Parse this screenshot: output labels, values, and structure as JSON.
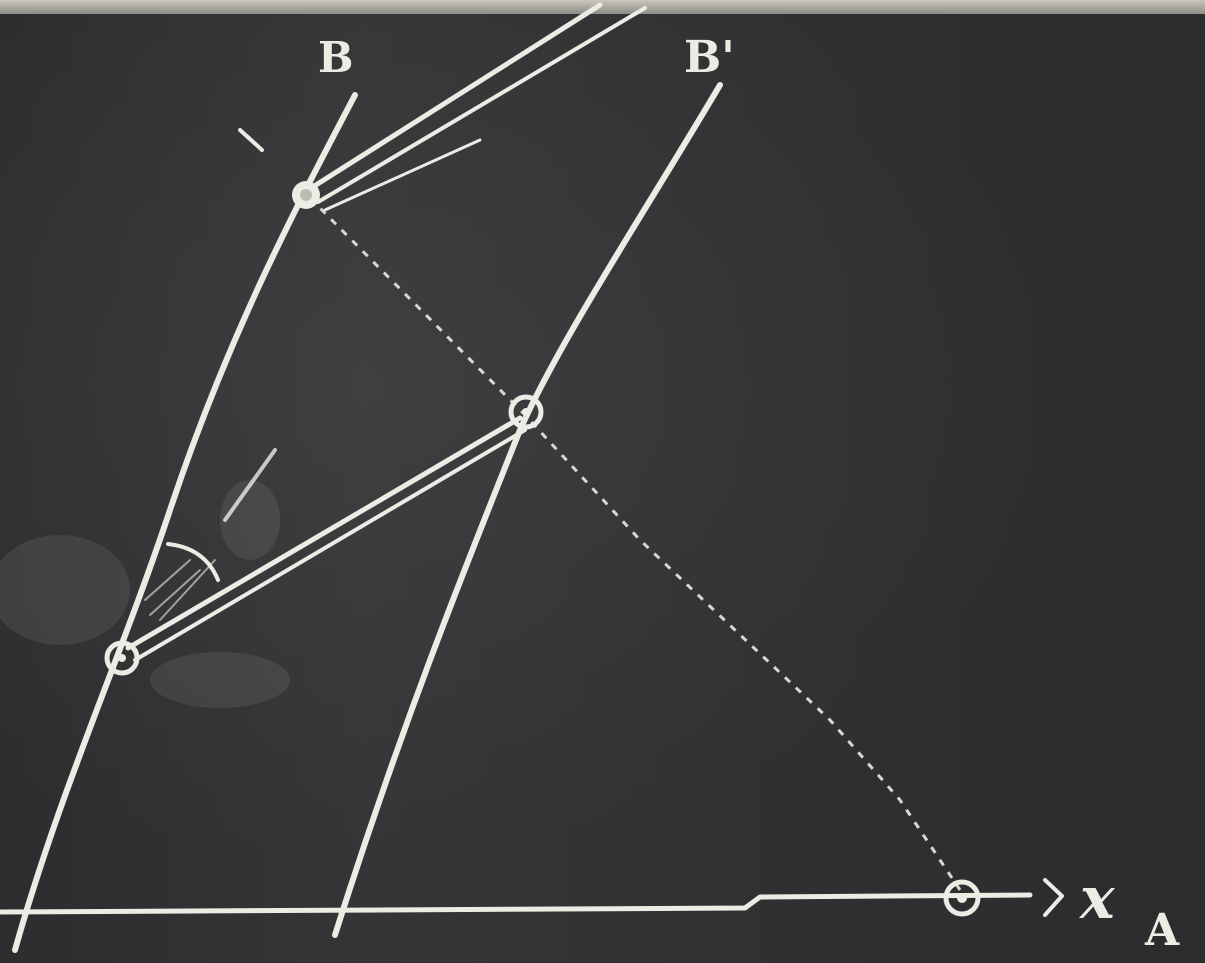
{
  "labels": {
    "world_line_b": "B",
    "world_line_b_prime": "B'",
    "axis_x": "x",
    "axis_subscript": "A"
  },
  "colors": {
    "board": "#2f3132",
    "chalk": "#ecebe4"
  }
}
